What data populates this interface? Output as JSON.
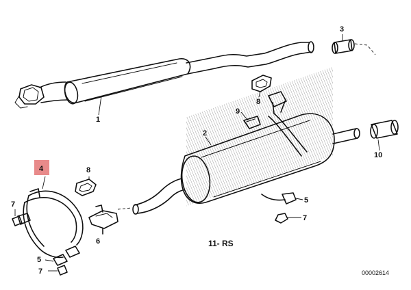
{
  "diagram": {
    "part_labels": [
      {
        "id": "p1",
        "text": "1",
        "highlight": false
      },
      {
        "id": "p2",
        "text": "2",
        "highlight": false
      },
      {
        "id": "p3",
        "text": "3",
        "highlight": false
      },
      {
        "id": "p4",
        "text": "4",
        "highlight": true
      },
      {
        "id": "p5a",
        "text": "5",
        "highlight": false
      },
      {
        "id": "p5b",
        "text": "5",
        "highlight": false
      },
      {
        "id": "p6",
        "text": "6",
        "highlight": false
      },
      {
        "id": "p7a",
        "text": "7",
        "highlight": false
      },
      {
        "id": "p7b",
        "text": "7",
        "highlight": false
      },
      {
        "id": "p7c",
        "text": "7",
        "highlight": false
      },
      {
        "id": "p8a",
        "text": "8",
        "highlight": false
      },
      {
        "id": "p8b",
        "text": "8",
        "highlight": false
      },
      {
        "id": "p9",
        "text": "9",
        "highlight": false
      },
      {
        "id": "p10",
        "text": "10",
        "highlight": false
      }
    ],
    "variant_label": "11- RS",
    "drawing_number": "00002614",
    "colors": {
      "line": "#111111",
      "background": "#ffffff",
      "highlight": "#e88a8a"
    }
  }
}
